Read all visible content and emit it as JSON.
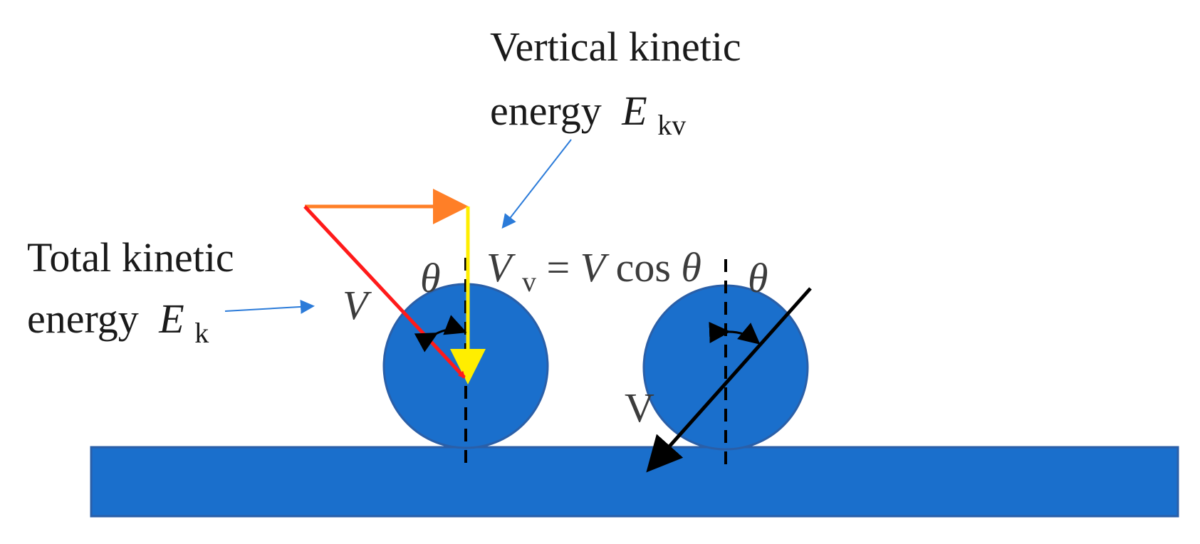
{
  "labels": {
    "vertical_line1": "Vertical kinetic",
    "vertical_line2_word": "energy",
    "vertical_symbol": "E",
    "vertical_subscript": "kv",
    "total_line1": "Total kinetic",
    "total_line2_word": "energy",
    "total_symbol": "E",
    "total_subscript": "k",
    "velocity_left": "V",
    "velocity_right": "V",
    "theta_left": "θ",
    "theta_right": "θ",
    "formula_V": "V",
    "formula_sub": "v",
    "formula_eq": "=",
    "formula_V2": "V",
    "formula_cos": "cos",
    "formula_theta": "θ"
  },
  "colors": {
    "particle_fill": "#1a6fcc",
    "particle_stroke": "#2a5fa8",
    "surface_fill": "#1a6fcc",
    "total_velocity_arrow": "#ff1a1a",
    "horizontal_component_arrow": "#ff7f27",
    "vertical_component_arrow": "#ffee00",
    "pointer_arrow": "#2b7bd9",
    "incidence_arrow": "#000000"
  }
}
